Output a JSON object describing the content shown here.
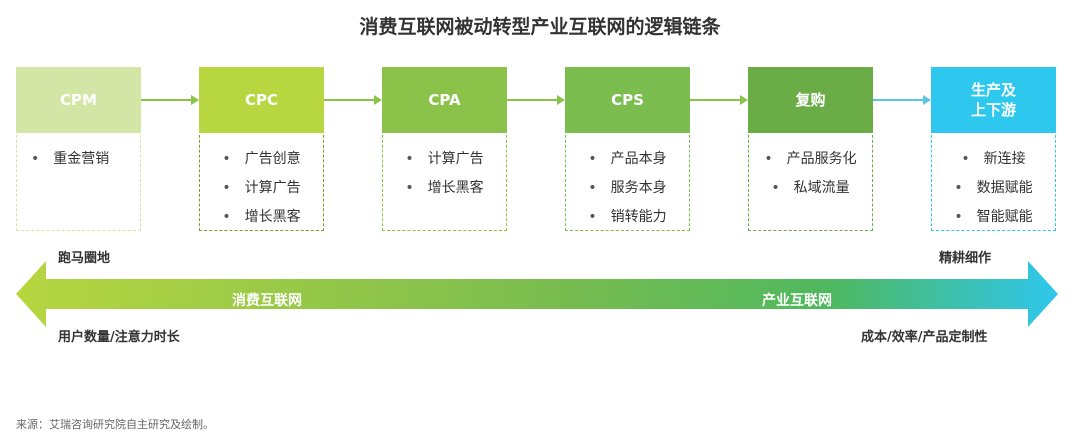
{
  "title": "消费互联网被动转型产业互联网的逻辑链条",
  "stages": [
    {
      "label": "CPM",
      "color": "#d4e6a5",
      "items": [
        "重金营销"
      ]
    },
    {
      "label": "CPC",
      "color": "#b7d640",
      "items": [
        "广告创意",
        "计算广告",
        "增长黑客"
      ]
    },
    {
      "label": "CPA",
      "color": "#8bc34a",
      "items": [
        "计算广告",
        "增长黑客"
      ]
    },
    {
      "label": "CPS",
      "color": "#7cbd4f",
      "items": [
        "产品本身",
        "服务本身",
        "销转能力"
      ]
    },
    {
      "label": "复购",
      "color": "#6aac46",
      "items": [
        "产品服务化",
        "私域流量"
      ]
    },
    {
      "label_lines": [
        "生产及",
        "上下游"
      ],
      "color": "#2ec7ed",
      "items": [
        "新连接",
        "数据赋能",
        "智能赋能"
      ]
    }
  ],
  "left_top_label": "跑马圈地",
  "right_top_label": "精耕细作",
  "band_left": "消费互联网",
  "band_right": "产业互联网",
  "left_bottom_label": "用户数量/注意力时长",
  "right_bottom_label": "成本/效率/产品定制性",
  "source": "来源：艾瑞咨询研究院自主研究及绘制。"
}
